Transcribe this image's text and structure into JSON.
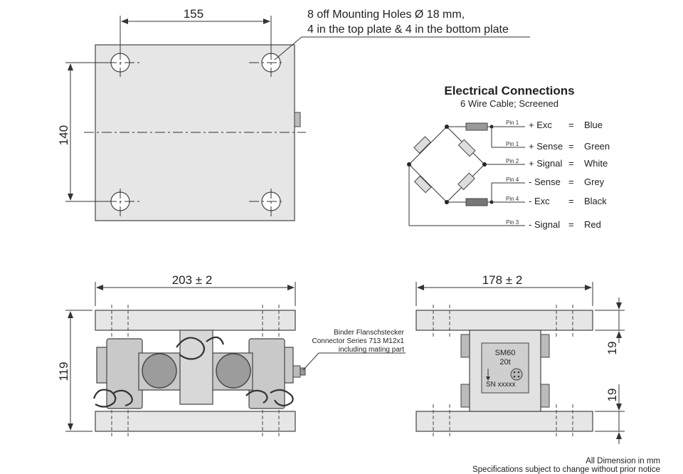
{
  "top_view": {
    "width_dim": "155",
    "height_dim": "140",
    "note_line1": "8 off Mounting Holes Ø 18 mm,",
    "note_line2": "4 in the top plate & 4 in the bottom plate"
  },
  "electrical": {
    "title": "Electrical Connections",
    "subtitle": "6 Wire Cable; Screened",
    "rows": [
      {
        "pin": "Pin 1",
        "signal": "+ Exc",
        "eq": "=",
        "color": "Blue"
      },
      {
        "pin": "Pin 1",
        "signal": "+ Sense",
        "eq": "=",
        "color": "Green"
      },
      {
        "pin": "Pin 2",
        "signal": "+ Signal",
        "eq": "=",
        "color": "White"
      },
      {
        "pin": "Pin 4",
        "signal": "- Sense",
        "eq": "=",
        "color": "Grey"
      },
      {
        "pin": "Pin 4",
        "signal": "- Exc",
        "eq": "=",
        "color": "Black"
      },
      {
        "pin": "Pin 3",
        "signal": "- Signal",
        "eq": "=",
        "color": "Red"
      }
    ]
  },
  "front_view": {
    "width_dim": "203 ± 2",
    "height_dim": "119",
    "connector_line1": "Binder Flanschstecker",
    "connector_line2": "Connector Series 713 M12x1",
    "connector_line3": "including mating part"
  },
  "side_view": {
    "width_dim": "178 ± 2",
    "top_plate_dim": "19",
    "bottom_plate_dim": "19",
    "label_model": "SM60",
    "label_capacity": "20t",
    "label_sn": "SN  xxxxx"
  },
  "footer": {
    "line1": "All Dimension in mm",
    "line2": "Specifications subject to change without prior notice"
  }
}
